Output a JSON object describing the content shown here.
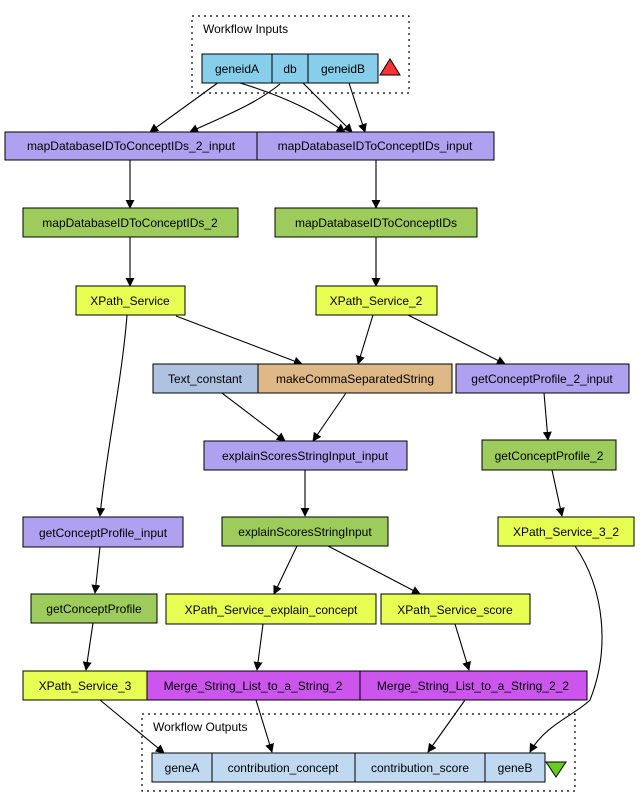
{
  "colors": {
    "input_port": "#87ceeb",
    "input_node": "#b0a0f0",
    "service": "#9ecc5c",
    "xpath": "#e6ff52",
    "constant": "#adc3e0",
    "local_worker": "#deb887",
    "merge": "#cc55ee",
    "output_port": "#c0d8f0",
    "input_triangle": "#ff3333",
    "output_triangle": "#66cc22"
  },
  "clusters": {
    "inputs_label": "Workflow Inputs",
    "outputs_label": "Workflow Outputs"
  },
  "nodes": {
    "geneidA": "geneidA",
    "db": "db",
    "geneidB": "geneidB",
    "mapDatabaseIDToConceptIDs_2_input": "mapDatabaseIDToConceptIDs_2_input",
    "mapDatabaseIDToConceptIDs_input": "mapDatabaseIDToConceptIDs_input",
    "mapDatabaseIDToConceptIDs_2": "mapDatabaseIDToConceptIDs_2",
    "mapDatabaseIDToConceptIDs": "mapDatabaseIDToConceptIDs",
    "XPath_Service": "XPath_Service",
    "XPath_Service_2": "XPath_Service_2",
    "Text_constant": "Text_constant",
    "makeCommaSeparatedString": "makeCommaSeparatedString",
    "getConceptProfile_2_input": "getConceptProfile_2_input",
    "explainScoresStringInput_input": "explainScoresStringInput_input",
    "getConceptProfile_2": "getConceptProfile_2",
    "getConceptProfile_input": "getConceptProfile_input",
    "explainScoresStringInput": "explainScoresStringInput",
    "XPath_Service_3_2": "XPath_Service_3_2",
    "getConceptProfile": "getConceptProfile",
    "XPath_Service_explain_concept": "XPath_Service_explain_concept",
    "XPath_Service_score": "XPath_Service_score",
    "XPath_Service_3": "XPath_Service_3",
    "Merge_String_List_to_a_String_2": "Merge_String_List_to_a_String_2",
    "Merge_String_List_to_a_String_2_2": "Merge_String_List_to_a_String_2_2",
    "geneA": "geneA",
    "contribution_concept": "contribution_concept",
    "contribution_score": "contribution_score",
    "geneB": "geneB"
  }
}
